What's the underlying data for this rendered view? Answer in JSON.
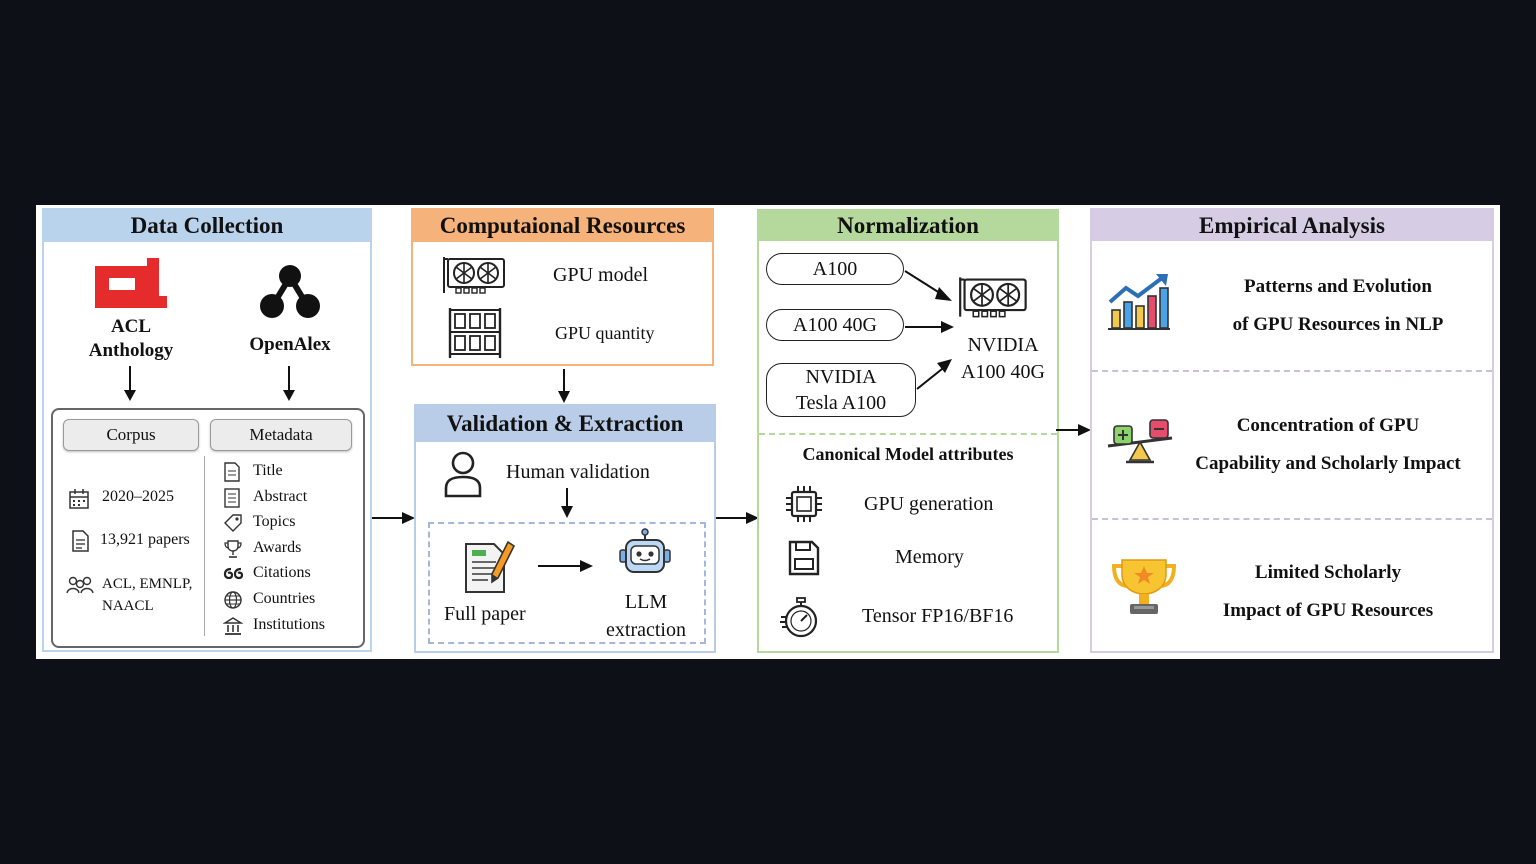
{
  "data_collection": {
    "title": "Data Collection",
    "acl_label_line1": "ACL",
    "acl_label_line2": "Anthology",
    "openalex_label": "OpenAlex",
    "corpus_header": "Corpus",
    "metadata_header": "Metadata",
    "corpus_items": [
      "2020–2025",
      "13,921 papers",
      "ACL, EMNLP,",
      "NAACL"
    ],
    "metadata_items": [
      "Title",
      "Abstract",
      "Topics",
      "Awards",
      "Citations",
      "Countries",
      "Institutions"
    ],
    "acl_color": "#e52b2b"
  },
  "computational_resources": {
    "title": "Computaional Resources",
    "gpu_model": "GPU model",
    "gpu_quantity": "GPU quantity",
    "color": "#f6b27b"
  },
  "validation_extraction": {
    "title": "Validation & Extraction",
    "human_validation": "Human validation",
    "full_paper": "Full paper",
    "llm_line1": "LLM",
    "llm_line2": "extraction",
    "color": "#b9cce8"
  },
  "normalization": {
    "title": "Normalization",
    "inputs": [
      "A100",
      "A100 40G",
      "NVIDIA",
      "Tesla A100"
    ],
    "output_line1": "NVIDIA",
    "output_line2": "A100 40G",
    "attributes_title": "Canonical Model attributes",
    "attributes": [
      "GPU generation",
      "Memory",
      "Tensor FP16/BF16"
    ],
    "color": "#b5d99c"
  },
  "empirical_analysis": {
    "title": "Empirical Analysis",
    "findings": [
      {
        "line1": "Patterns and Evolution",
        "line2": "of GPU Resources in NLP",
        "icon": "growth-chart-icon"
      },
      {
        "line1": "Concentration of GPU",
        "line2": "Capability and Scholarly Impact",
        "icon": "balance-scale-icon"
      },
      {
        "line1": "Limited Scholarly",
        "line2": "Impact  of GPU Resources",
        "icon": "trophy-icon"
      }
    ],
    "color": "#d6cde4"
  }
}
